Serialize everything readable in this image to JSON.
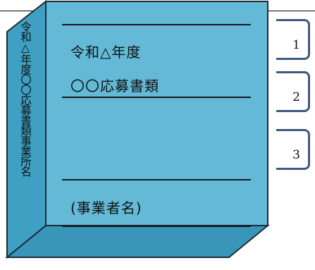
{
  "binder": {
    "spine_text": "令和△年度〇〇応募書類事業所名",
    "front_line1": "令和△年度",
    "front_line2": "〇〇応募書類",
    "front_company": "(事業者名)",
    "colors": {
      "front": "#63b9d6",
      "side": "#3fa0c3",
      "bottom": "#3a96b9",
      "edge": "#1e2a35"
    }
  },
  "tabs": [
    {
      "label": "1"
    },
    {
      "label": "2"
    },
    {
      "label": "3"
    }
  ]
}
